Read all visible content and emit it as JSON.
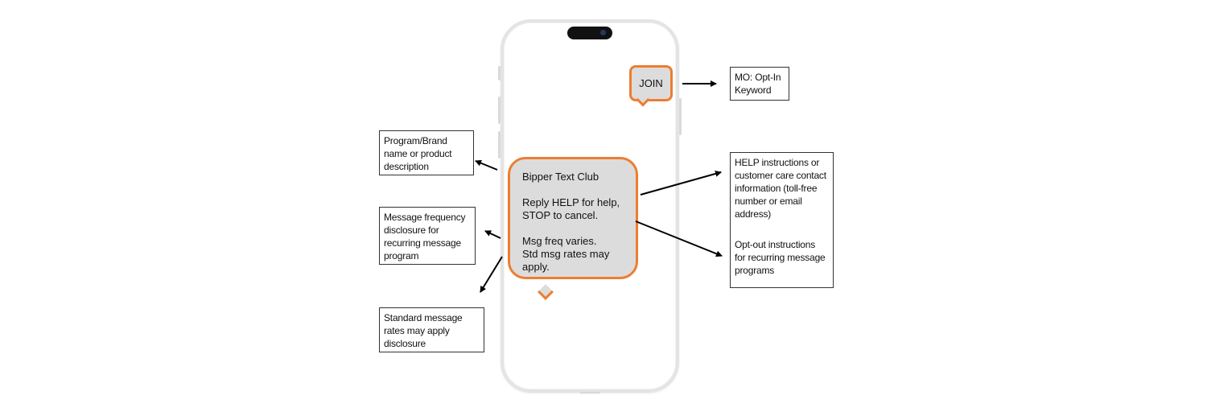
{
  "diagram": {
    "title": "SMS opt-in confirmation message anatomy",
    "colors": {
      "bubble_fill": "#dcdcdc",
      "bubble_border": "#ed7d31",
      "phone_frame": "#e4e4e4",
      "arrow": "#000000"
    },
    "phone": {
      "keyword_bubble": {
        "text": "JOIN"
      },
      "message_bubble": {
        "paragraphs": [
          "Bipper Text Club",
          "Reply HELP for help,\nSTOP to cancel.",
          "Msg freq varies.\nStd msg rates may\napply."
        ]
      }
    },
    "callouts": [
      {
        "id": "mo-keyword",
        "text": "MO: Opt-In\nKeyword"
      },
      {
        "id": "program-brand",
        "text": "Program/Brand\nname or product\ndescription"
      },
      {
        "id": "msg-frequency",
        "text": "Message frequency\ndisclosure for\nrecurring message\nprogram"
      },
      {
        "id": "std-rates",
        "text": "Standard message\nrates may apply\ndisclosure"
      },
      {
        "id": "help-info",
        "text": "HELP instructions or\ncustomer care contact\ninformation (toll-free\nnumber or email\naddress)"
      },
      {
        "id": "opt-out",
        "text": "Opt-out instructions\nfor recurring message\nprograms"
      }
    ]
  }
}
